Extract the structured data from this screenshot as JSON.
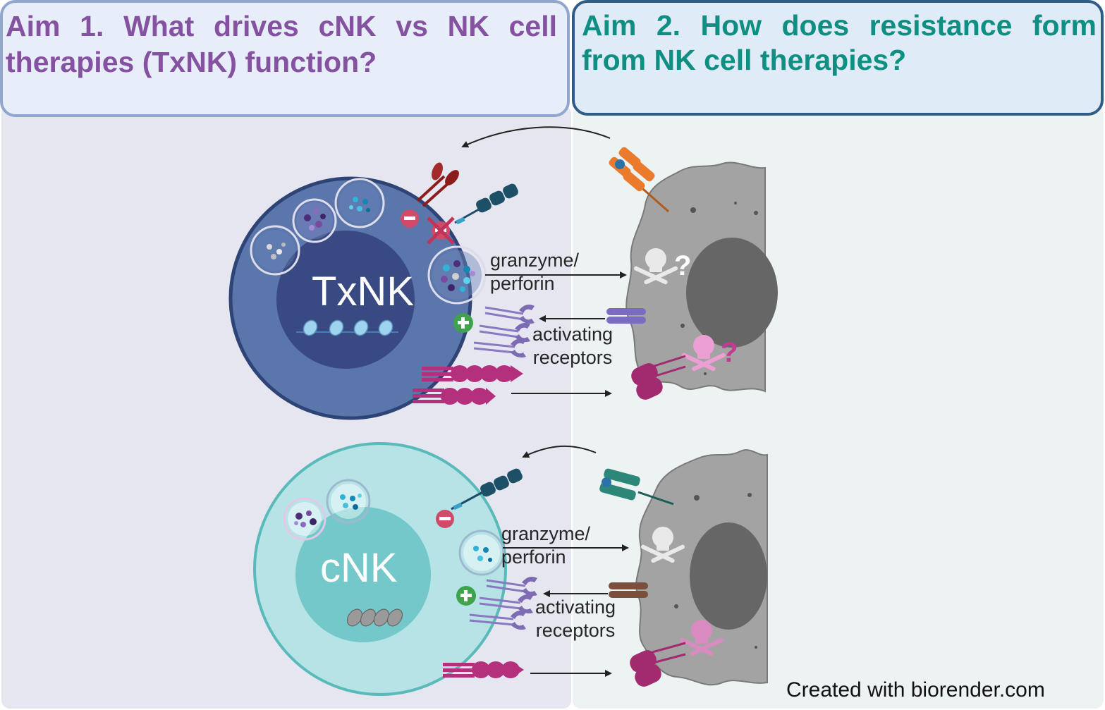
{
  "aim1": {
    "title": "Aim  1.  What  drives  cNK  vs  NK  cell therapies (TxNK) function?",
    "color": "#8552a1"
  },
  "aim2": {
    "title": "Aim  2.  How  does  resistance  form from NK cell therapies?",
    "color": "#0f8f82"
  },
  "txnk_panel": {
    "cell_label": "TxNK",
    "cytotoxic_label": "granzyme/\nperforin",
    "receptor_label": "activating\nreceptors",
    "question_marks": [
      "?",
      "?"
    ]
  },
  "cnk_panel": {
    "cell_label": "cNK",
    "cytotoxic_label": "granzyme/\nperforin",
    "receptor_label": "activating\nreceptors"
  },
  "credit": "Created with biorender.com",
  "colors": {
    "txnk_cell": "#5a76ab",
    "txnk_nucleus": "#394a82",
    "cnk_cell": "#b6e3e6",
    "cnk_nucleus": "#74c8c9",
    "tumor": "#a3a3a3",
    "tumor_nucleus": "#666666",
    "left_bg": "#e6e6f1",
    "right_bg": "#edf2f2"
  }
}
